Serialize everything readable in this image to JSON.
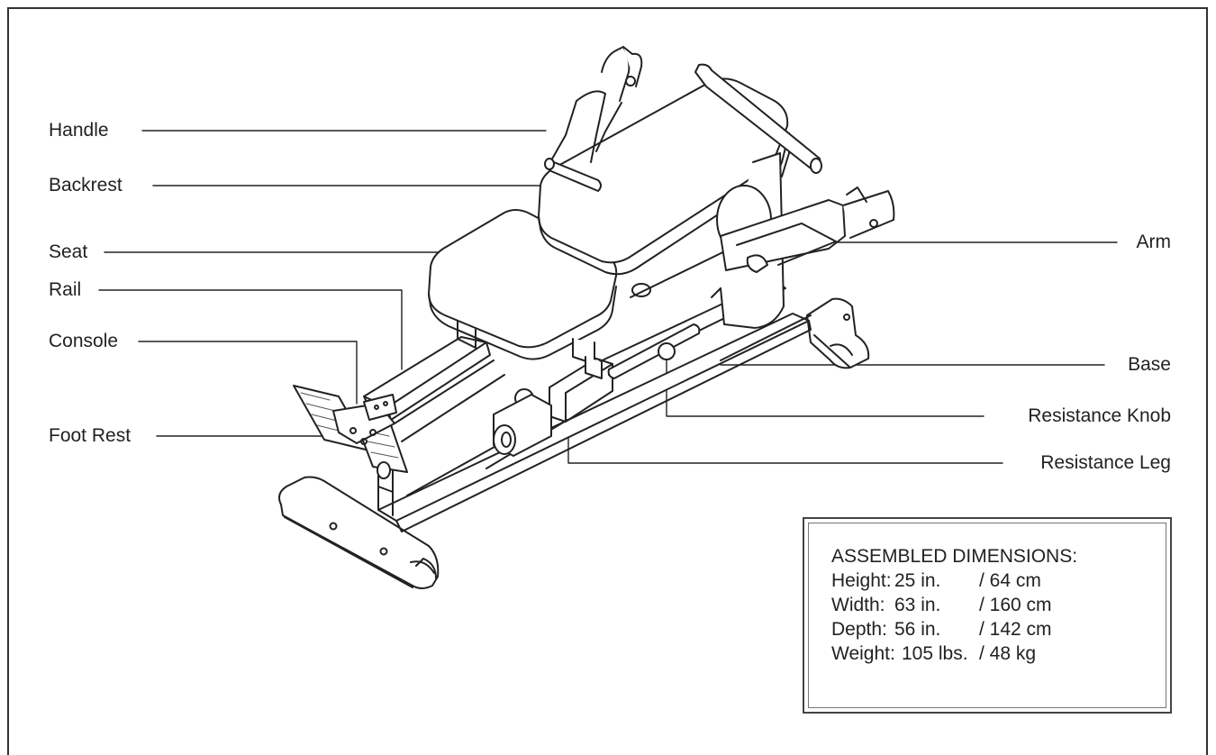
{
  "labels": {
    "handle": "Handle",
    "backrest": "Backrest",
    "seat": "Seat",
    "rail": "Rail",
    "console": "Console",
    "foot_rest": "Foot Rest",
    "arm": "Arm",
    "base": "Base",
    "resistance_knob": "Resistance Knob",
    "resistance_leg": "Resistance Leg"
  },
  "dimensions": {
    "title": "ASSEMBLED DIMENSIONS:",
    "rows": [
      {
        "name": "Height:",
        "imperial": "25 in.",
        "metric": "/ 64 cm"
      },
      {
        "name": "Width:",
        "imperial": "63 in.",
        "metric": "/ 160 cm"
      },
      {
        "name": "Depth:",
        "imperial": "56 in.",
        "metric": "/ 142 cm"
      },
      {
        "name": "Weight:",
        "imperial": "105 lbs.",
        "metric": "/ 48 kg"
      }
    ]
  }
}
